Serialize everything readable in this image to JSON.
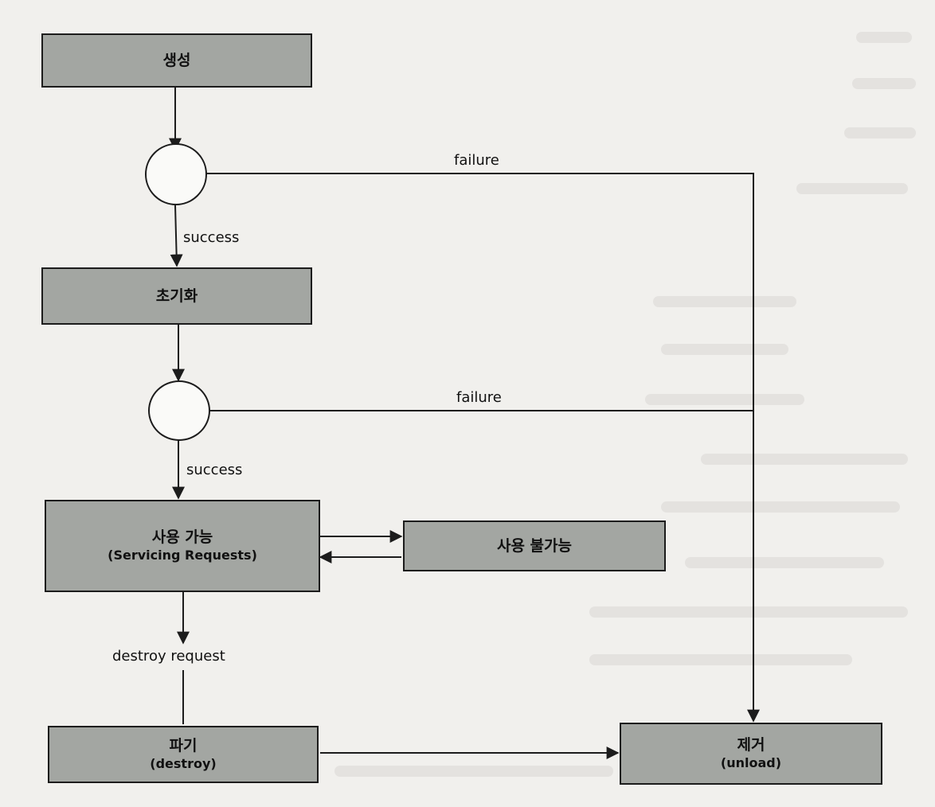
{
  "nodes": {
    "create": {
      "label": "생성"
    },
    "init": {
      "label": "초기화"
    },
    "available": {
      "label": "사용 가능",
      "sublabel": "(Servicing Requests)"
    },
    "unavailable": {
      "label": "사용 불가능"
    },
    "destroy": {
      "label": "파기",
      "sublabel": "(destroy)"
    },
    "remove": {
      "label": "제거",
      "sublabel": "(unload)"
    }
  },
  "edges": {
    "failure_1": "failure",
    "success_1": "success",
    "failure_2": "failure",
    "success_2": "success",
    "destroy_request": "destroy request"
  },
  "colors": {
    "box_fill": "#a3a6a2",
    "stroke": "#1c1c1c",
    "background": "#f1f0ed"
  }
}
